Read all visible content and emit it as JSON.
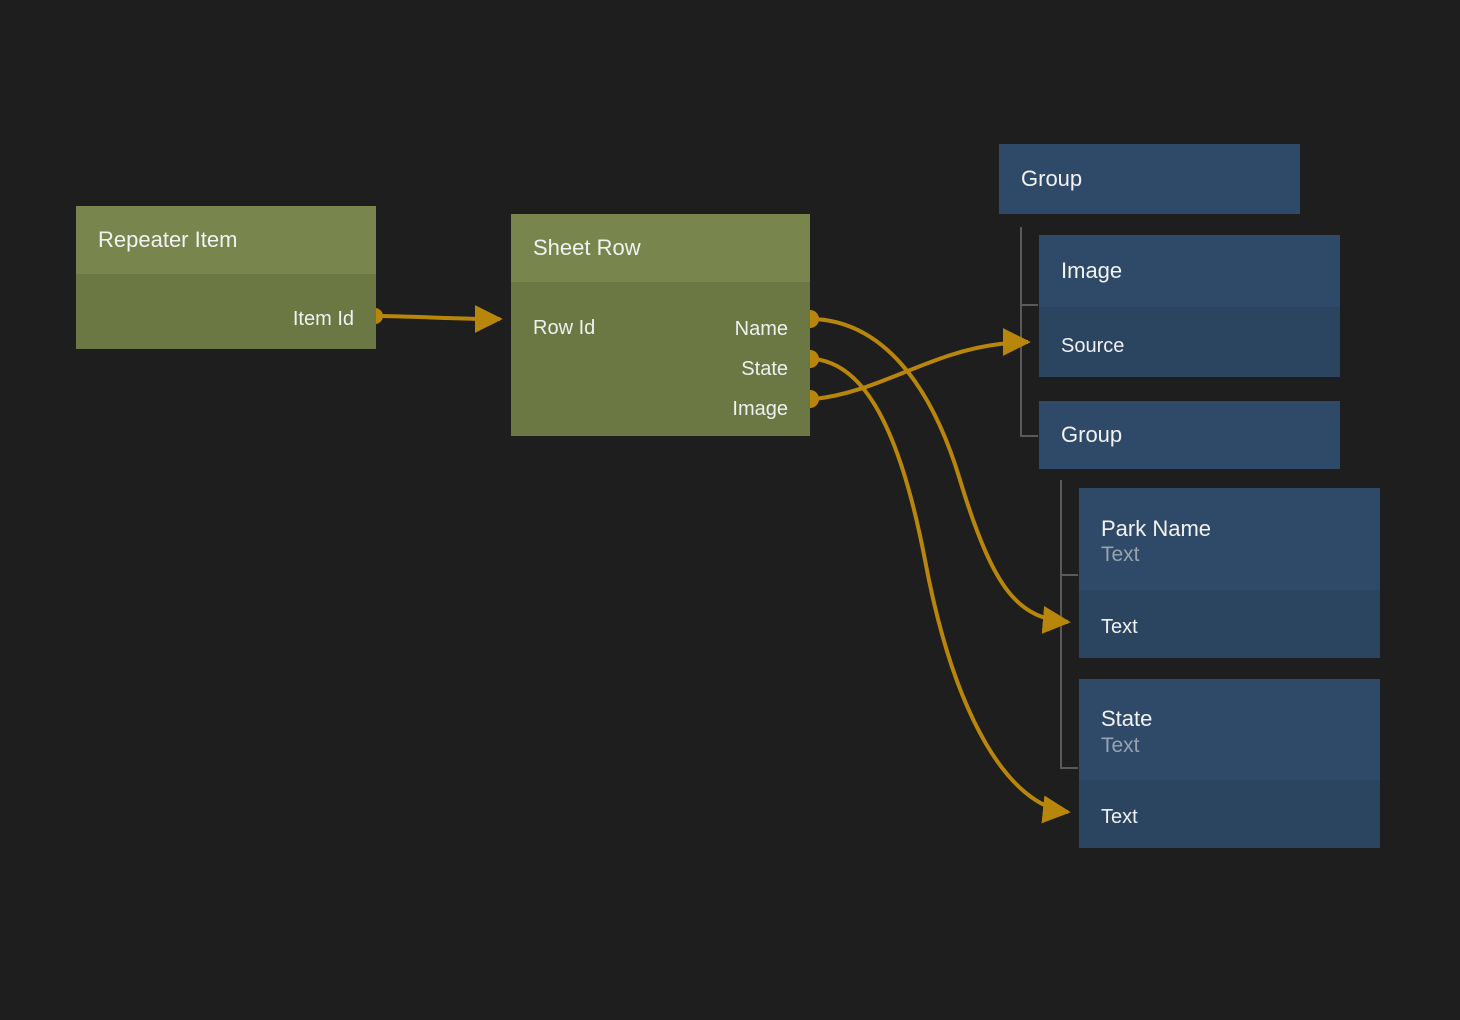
{
  "theme": {
    "background": "#1e1e1e",
    "green_header": "#78854c",
    "green_body": "#6b7844",
    "blue_header": "#2f4a68",
    "blue_body": "#2b4460",
    "edge_color": "#b8860b",
    "text_primary": "#f2f2f2",
    "text_secondary": "#97a3b0",
    "tree_line": "#5a5a5a"
  },
  "nodes": {
    "repeater_item": {
      "title": "Repeater Item",
      "outputs": [
        {
          "label": "Item Id"
        }
      ]
    },
    "sheet_row": {
      "title": "Sheet Row",
      "inputs": [
        {
          "label": "Row Id"
        }
      ],
      "outputs": [
        {
          "label": "Name"
        },
        {
          "label": "State"
        },
        {
          "label": "Image"
        }
      ]
    },
    "group_top": {
      "title": "Group"
    },
    "image": {
      "title": "Image",
      "inputs": [
        {
          "label": "Source"
        }
      ]
    },
    "group_second": {
      "title": "Group"
    },
    "park_name": {
      "title": "Park Name",
      "subtitle": "Text",
      "inputs": [
        {
          "label": "Text"
        }
      ]
    },
    "state": {
      "title": "State",
      "subtitle": "Text",
      "inputs": [
        {
          "label": "Text"
        }
      ]
    }
  },
  "edges": [
    {
      "from": "repeater_item.Item Id",
      "to": "sheet_row.Row Id"
    },
    {
      "from": "sheet_row.Name",
      "to": "park_name.Text"
    },
    {
      "from": "sheet_row.State",
      "to": "state.Text"
    },
    {
      "from": "sheet_row.Image",
      "to": "image.Source"
    }
  ]
}
